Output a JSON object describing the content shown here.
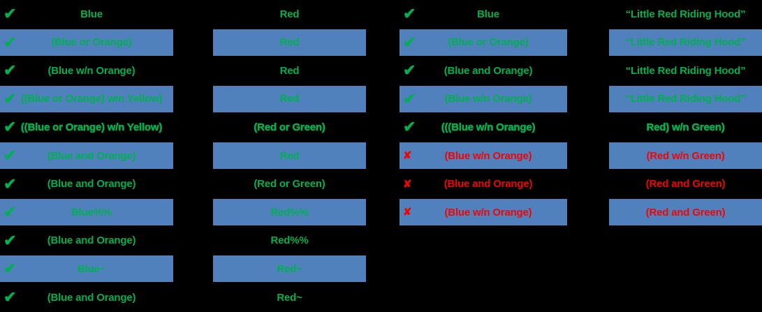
{
  "colors": {
    "background": "#000000",
    "bar": "#5081BD",
    "pass": "#00B050",
    "fail": "#F00505"
  },
  "icons": {
    "check": "✔",
    "cross": "✘"
  },
  "table": {
    "rows": [
      {
        "band": false,
        "heavy": false,
        "left": {
          "mark": "check",
          "tone": "pass",
          "a": "Blue",
          "b": "Red"
        },
        "right": {
          "mark": "check",
          "tone": "pass",
          "c": "Blue",
          "d": "“Little Red Riding Hood”"
        }
      },
      {
        "band": true,
        "heavy": false,
        "left": {
          "mark": "check",
          "tone": "pass",
          "a": "(Blue or Orange)",
          "b": "Red"
        },
        "right": {
          "mark": "check",
          "tone": "pass",
          "c": "(Blue or Orange)",
          "d": "“Little Red Riding Hood”"
        }
      },
      {
        "band": false,
        "heavy": false,
        "left": {
          "mark": "check",
          "tone": "pass",
          "a": "(Blue w/n Orange)",
          "b": "Red"
        },
        "right": {
          "mark": "check",
          "tone": "pass",
          "c": "(Blue and Orange)",
          "d": "“Little Red Riding Hood”"
        }
      },
      {
        "band": true,
        "heavy": false,
        "left": {
          "mark": "check",
          "tone": "pass",
          "a": "((Blue or Orange) w/n Yellow)",
          "b": "Red"
        },
        "right": {
          "mark": "check",
          "tone": "pass",
          "c": "(Blue w/n Orange)",
          "d": "“Little Red Riding Hood”"
        }
      },
      {
        "band": false,
        "heavy": true,
        "left": {
          "mark": "check",
          "tone": "pass",
          "a": "((Blue or Orange) w/n Yellow)",
          "b": "(Red or Green)"
        },
        "right": {
          "mark": "check",
          "tone": "pass",
          "c": "(((Blue w/n Orange)",
          "d": "Red) w/n Green)"
        }
      },
      {
        "band": true,
        "heavy": false,
        "left": {
          "mark": "check",
          "tone": "pass",
          "a": "(Blue and Orange)",
          "b": "Red"
        },
        "right": {
          "mark": "cross",
          "tone": "fail",
          "c": "(Blue w/n Orange)",
          "d": "(Red w/n Green)"
        }
      },
      {
        "band": false,
        "heavy": false,
        "left": {
          "mark": "check",
          "tone": "pass",
          "a": "(Blue and Orange)",
          "b": "(Red or Green)"
        },
        "right": {
          "mark": "cross",
          "tone": "fail",
          "c": "(Blue and Orange)",
          "d": "(Red and Green)"
        }
      },
      {
        "band": true,
        "heavy": false,
        "left": {
          "mark": "check",
          "tone": "pass",
          "a": "Blue%%",
          "b": "Red%%"
        },
        "right": {
          "mark": "cross",
          "tone": "fail",
          "c": "(Blue w/n Orange)",
          "d": "(Red and Green)"
        }
      },
      {
        "band": false,
        "heavy": false,
        "left": {
          "mark": "check",
          "tone": "pass",
          "a": "(Blue and Orange)",
          "b": "Red%%"
        },
        "right": null
      },
      {
        "band": true,
        "heavy": false,
        "left": {
          "mark": "check",
          "tone": "pass",
          "a": "Blue~",
          "b": "Red~"
        },
        "right": null
      },
      {
        "band": false,
        "heavy": false,
        "left": {
          "mark": "check",
          "tone": "pass",
          "a": "(Blue and Orange)",
          "b": "Red~"
        },
        "right": null
      }
    ]
  }
}
